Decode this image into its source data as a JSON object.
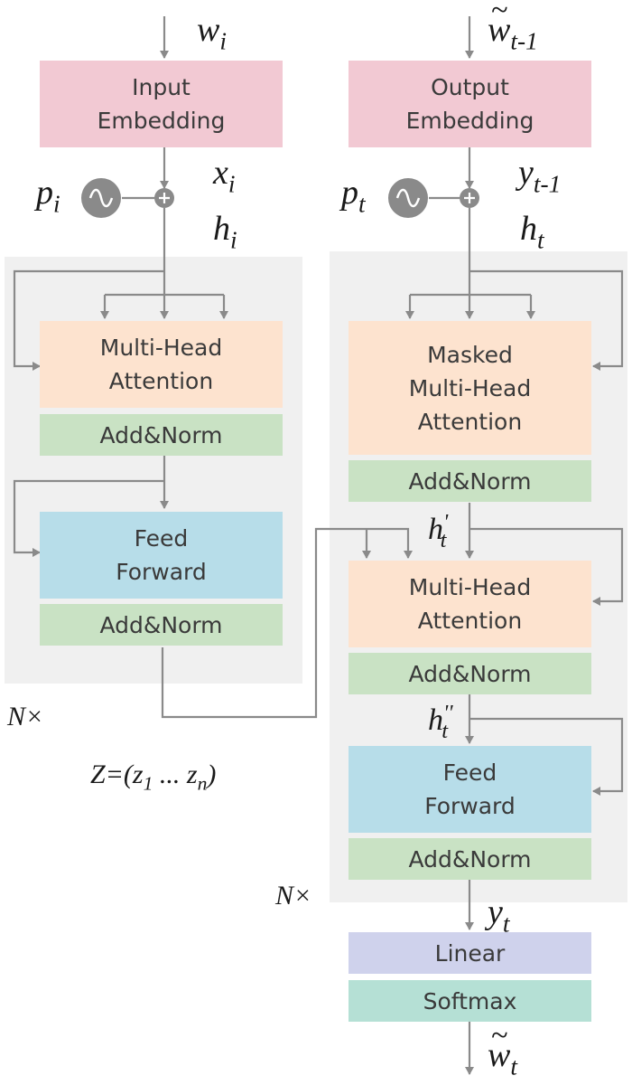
{
  "encoder": {
    "input_var": "w",
    "input_sub": "i",
    "embedding_label": "Input\nEmbedding",
    "pos_var": "p",
    "pos_sub": "i",
    "x_var": "x",
    "x_sub": "i",
    "h_var": "h",
    "h_sub": "i",
    "attention_label": "Multi-Head\nAttention",
    "add_norm_1": "Add&Norm",
    "feed_forward_label": "Feed\nForward",
    "add_norm_2": "Add&Norm",
    "repeat_label": "N×",
    "output_label": "Z=(z",
    "output_sub1": "1",
    "output_mid": " ... z",
    "output_sub2": "n",
    "output_end": ")"
  },
  "decoder": {
    "input_var": "w",
    "input_sub": "t-1",
    "embedding_label": "Output\nEmbedding",
    "pos_var": "p",
    "pos_sub": "t",
    "y_var": "y",
    "y_sub": "t-1",
    "h_var": "h",
    "h_sub": "t",
    "masked_attention_label": "Masked\nMulti-Head\nAttention",
    "add_norm_1": "Add&Norm",
    "h1_var": "h",
    "h1_sub": "t",
    "h1_sup": "'",
    "attention_label": "Multi-Head\nAttention",
    "add_norm_2": "Add&Norm",
    "h2_var": "h",
    "h2_sub": "t",
    "h2_sup": "''",
    "feed_forward_label": "Feed\nForward",
    "add_norm_3": "Add&Norm",
    "repeat_label": "N×",
    "out_var": "y",
    "out_sub": "t",
    "linear_label": "Linear",
    "softmax_label": "Softmax",
    "final_var": "w",
    "final_sub": "t"
  },
  "colors": {
    "embedding": "#f2c9d3",
    "attention": "#fde3cf",
    "add_norm": "#c9e2c4",
    "feed_forward": "#b7dde9",
    "linear": "#cfd2ec",
    "softmax": "#b5e0d5",
    "panel": "#f0f0f0",
    "wire": "#8a8a8a"
  }
}
